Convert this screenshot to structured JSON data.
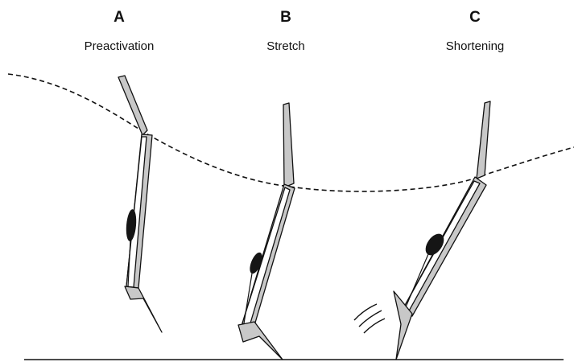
{
  "phases": [
    {
      "letter": "A",
      "label": "Preactivation"
    },
    {
      "letter": "B",
      "label": "Stretch"
    },
    {
      "letter": "C",
      "label": "Shortening"
    }
  ],
  "colors": {
    "limb_fill": "#c8c8c8",
    "outline": "#111111",
    "muscle": "#151515",
    "background": "#ffffff"
  }
}
